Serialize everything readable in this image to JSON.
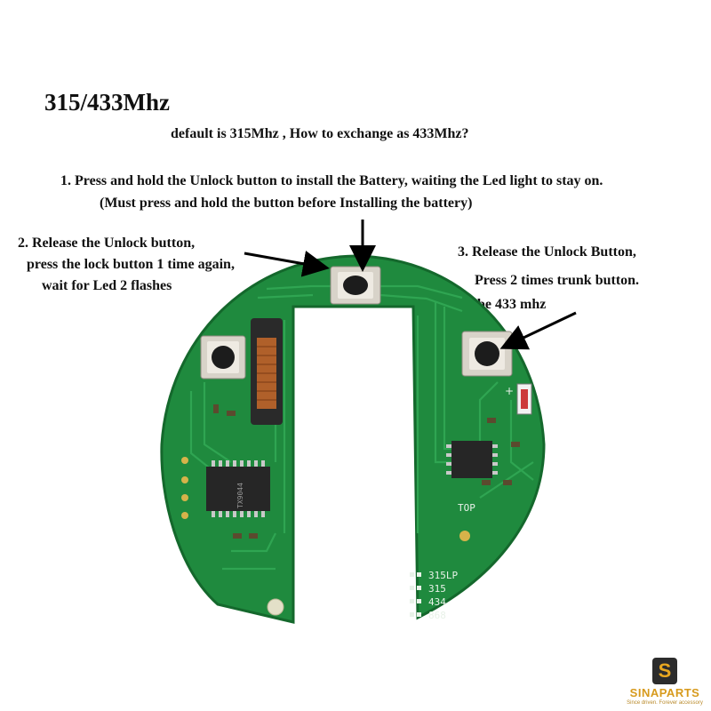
{
  "title": "315/433Mhz",
  "subtitle": "default is 315Mhz , How to exchange as 433Mhz?",
  "step1": {
    "line1": "1. Press and hold the Unlock button to install the Battery,  waiting the Led light to stay on.",
    "line2": "(Must press and hold the button before Installing the battery)"
  },
  "step2": {
    "line1": "2. Release the Unlock button,",
    "line2": "press the lock button 1 time again,",
    "line3": "wait for Led 2 flashes"
  },
  "step3": {
    "line1": "3. Release the Unlock Button,",
    "line2": "Press 2 times trunk button.",
    "line3": "be 433 mhz"
  },
  "board": {
    "top_label": "TOP",
    "freq_labels": [
      "315LP",
      "315",
      "434",
      "868"
    ],
    "chip_label": "TX9044"
  },
  "logo": {
    "mark": "S",
    "name": "SINAPARTS",
    "tagline": "Since driven. Forever accessory"
  },
  "colors": {
    "pcb": "#1f8a3e",
    "pcb_edge": "#14682c",
    "button": "#d8d3c9",
    "accent": "#d79a1c"
  }
}
